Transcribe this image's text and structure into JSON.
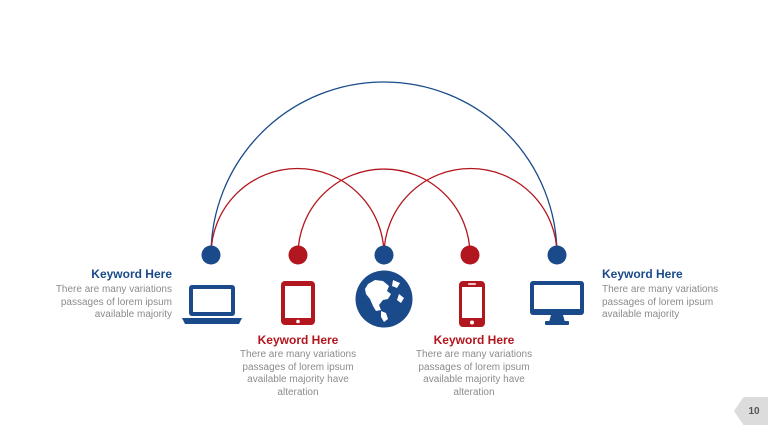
{
  "colors": {
    "blue": "#1a4a8a",
    "red": "#b2161f",
    "muted_text": "#8c8c8c",
    "page_badge": "#dcdcdc"
  },
  "items": [
    {
      "title": "Keyword Here",
      "text": [
        "There are many variations",
        "passages of lorem ipsum",
        "available  majority"
      ],
      "icon": "laptop-icon"
    },
    {
      "title": "Keyword Here",
      "text": [
        "There are many variations",
        "passages of lorem ipsum",
        "available  majority have",
        "alteration"
      ],
      "icon": "tablet-icon"
    },
    {
      "icon": "globe-icon"
    },
    {
      "title": "Keyword Here",
      "text": [
        "There are many variations",
        "passages of lorem ipsum",
        "available  majority have",
        "alteration"
      ],
      "icon": "smartphone-icon"
    },
    {
      "title": "Keyword Here",
      "text": [
        "There are many variations",
        "passages of lorem ipsum",
        "available  majority"
      ],
      "icon": "monitor-icon"
    }
  ],
  "page_number": "10"
}
